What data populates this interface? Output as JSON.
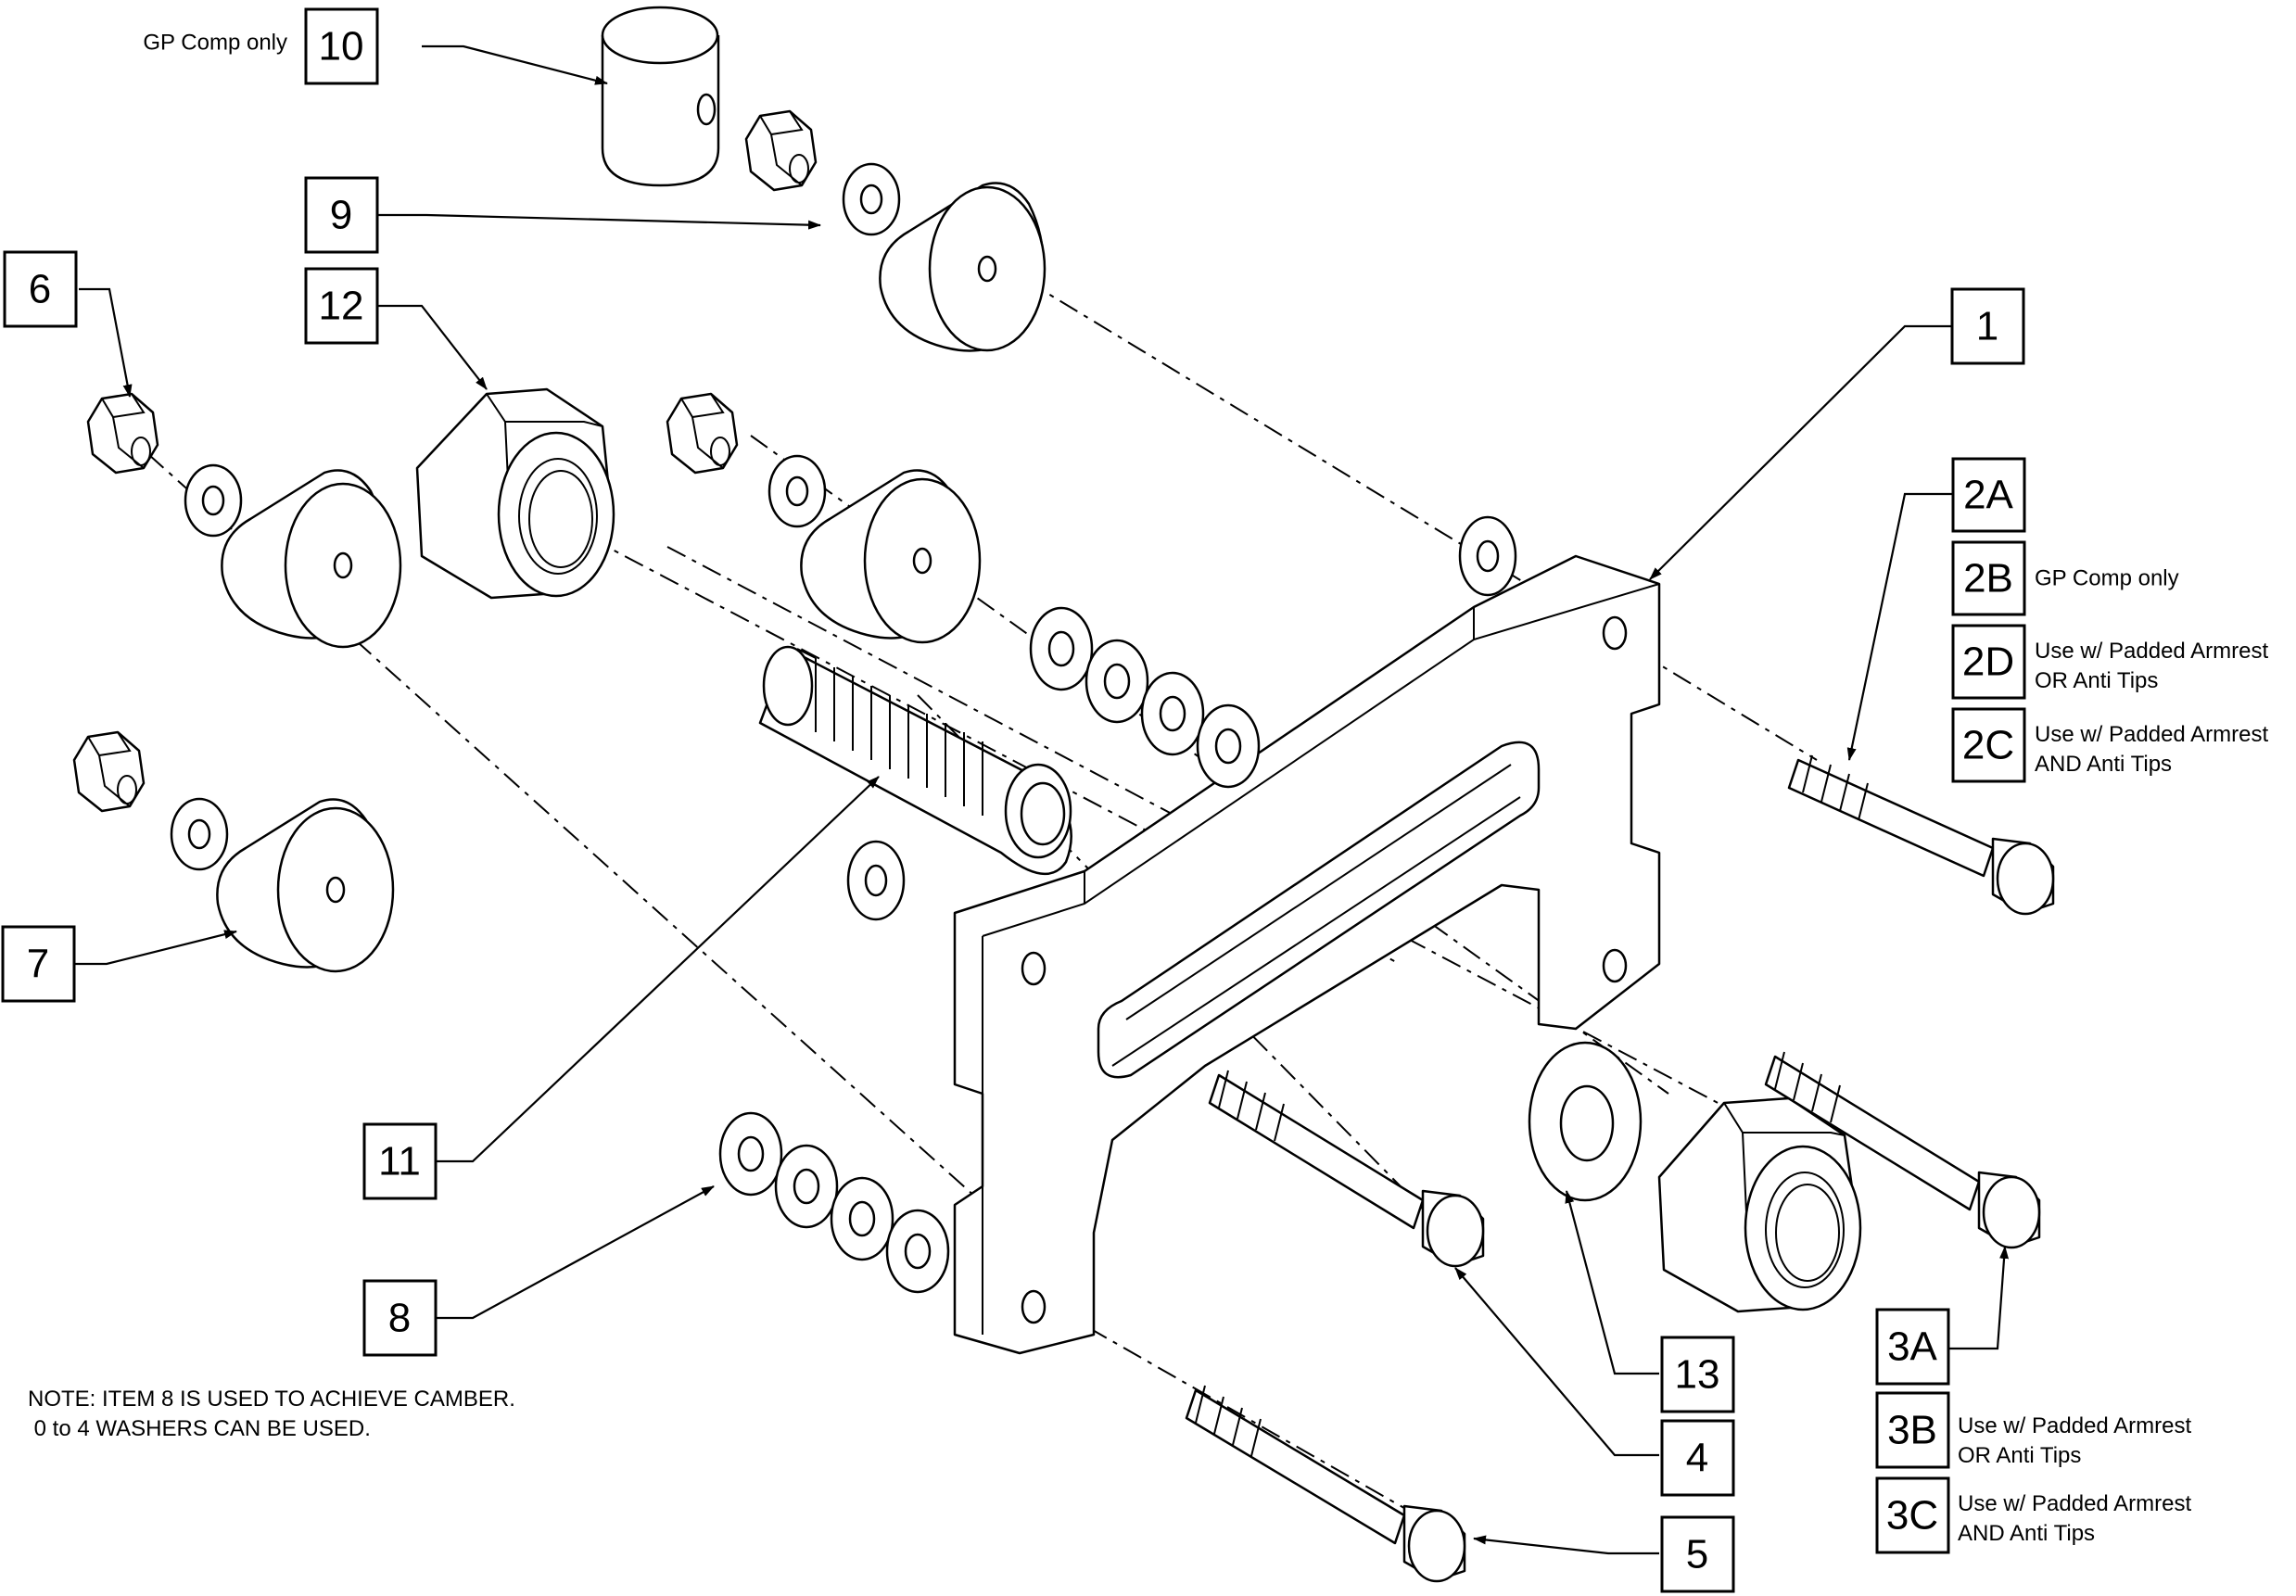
{
  "callouts": {
    "c1": "1",
    "c2a": "2A",
    "c2b": "2B",
    "c2c": "2C",
    "c2d": "2D",
    "c3a": "3A",
    "c3b": "3B",
    "c3c": "3C",
    "c4": "4",
    "c5": "5",
    "c6": "6",
    "c7": "7",
    "c8": "8",
    "c9": "9",
    "c10": "10",
    "c11": "11",
    "c12": "12",
    "c13": "13"
  },
  "notes": {
    "gp_comp_10": "GP Comp only",
    "gp_comp_2b": "GP Comp only",
    "n2d_line1": "Use w/ Padded Armrest",
    "n2d_line2": "OR Anti Tips",
    "n2c_line1": "Use w/ Padded Armrest",
    "n2c_line2": "AND Anti Tips",
    "n3b_line1": "Use w/ Padded Armrest",
    "n3b_line2": "OR Anti Tips",
    "n3c_line1": "Use w/ Padded Armrest",
    "n3c_line2": "AND Anti Tips",
    "camber_line1": "NOTE: ITEM 8 IS USED TO ACHIEVE CAMBER.",
    "camber_line2": " 0 to 4 WASHERS CAN BE USED."
  }
}
